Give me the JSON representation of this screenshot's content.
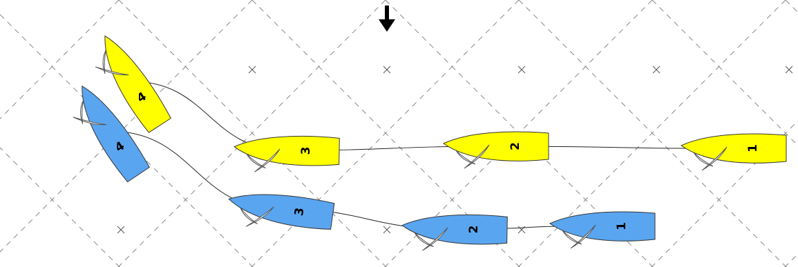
{
  "wind_indicator": {
    "icon": "arrow-down-icon",
    "direction": "down"
  },
  "fleets": [
    {
      "name": "yellow-boat",
      "color": "#ffff00",
      "boats": [
        {
          "label": "1"
        },
        {
          "label": "2"
        },
        {
          "label": "3"
        },
        {
          "label": "4"
        }
      ]
    },
    {
      "name": "blue-boat",
      "color": "#5aa5f0",
      "boats": [
        {
          "label": "1"
        },
        {
          "label": "2"
        },
        {
          "label": "3"
        },
        {
          "label": "4"
        }
      ]
    }
  ]
}
